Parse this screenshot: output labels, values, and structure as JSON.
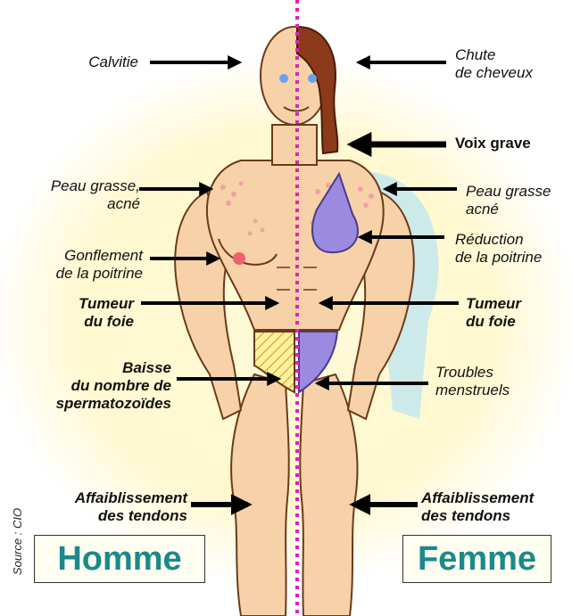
{
  "labels": {
    "calvitie": "Calvitie",
    "chute": [
      "Chute",
      "de cheveux"
    ],
    "voix": "Voix grave",
    "peau_h": [
      "Peau grasse,",
      "acné"
    ],
    "peau_f": [
      "Peau grasse",
      "acné"
    ],
    "gonflement": [
      "Gonflement",
      "de la poitrine"
    ],
    "reduction": [
      "Réduction",
      "de la poitrine"
    ],
    "tumeur_h": [
      "Tumeur",
      "du foie"
    ],
    "tumeur_f": [
      "Tumeur",
      "du foie"
    ],
    "baisse": [
      "Baisse",
      "du nombre de",
      "spermatozoïdes"
    ],
    "troubles": [
      "Troubles",
      "menstruels"
    ],
    "tendons_h": [
      "Affaiblissement",
      "des tendons"
    ],
    "tendons_f": [
      "Affaiblissement",
      "des tendons"
    ]
  },
  "homme": "Homme",
  "femme": "Femme",
  "source": "Source : CIO",
  "colors": {
    "skin": "#f7d2a8",
    "hair": "#8b3a1a",
    "bra": "#9a8ae0",
    "divider": "#e020c0",
    "title": "#1a8a8a"
  }
}
